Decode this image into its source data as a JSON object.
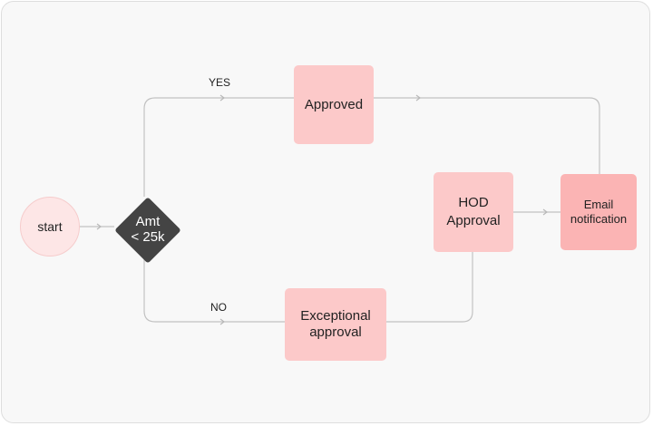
{
  "diagram": {
    "start": "start",
    "decision": "Amt\n< 25k",
    "branch_yes": "YES",
    "branch_no": "NO",
    "approved": "Approved",
    "exceptional": "Exceptional\napproval",
    "hod": "HOD\nApproval",
    "email": "Email\nnotification"
  },
  "colors": {
    "node_fill": "#fcc9c9",
    "email_fill": "#fbb4b4",
    "start_fill": "#fde6e6",
    "decision_fill": "#444444",
    "connector": "#c2c2c2"
  }
}
